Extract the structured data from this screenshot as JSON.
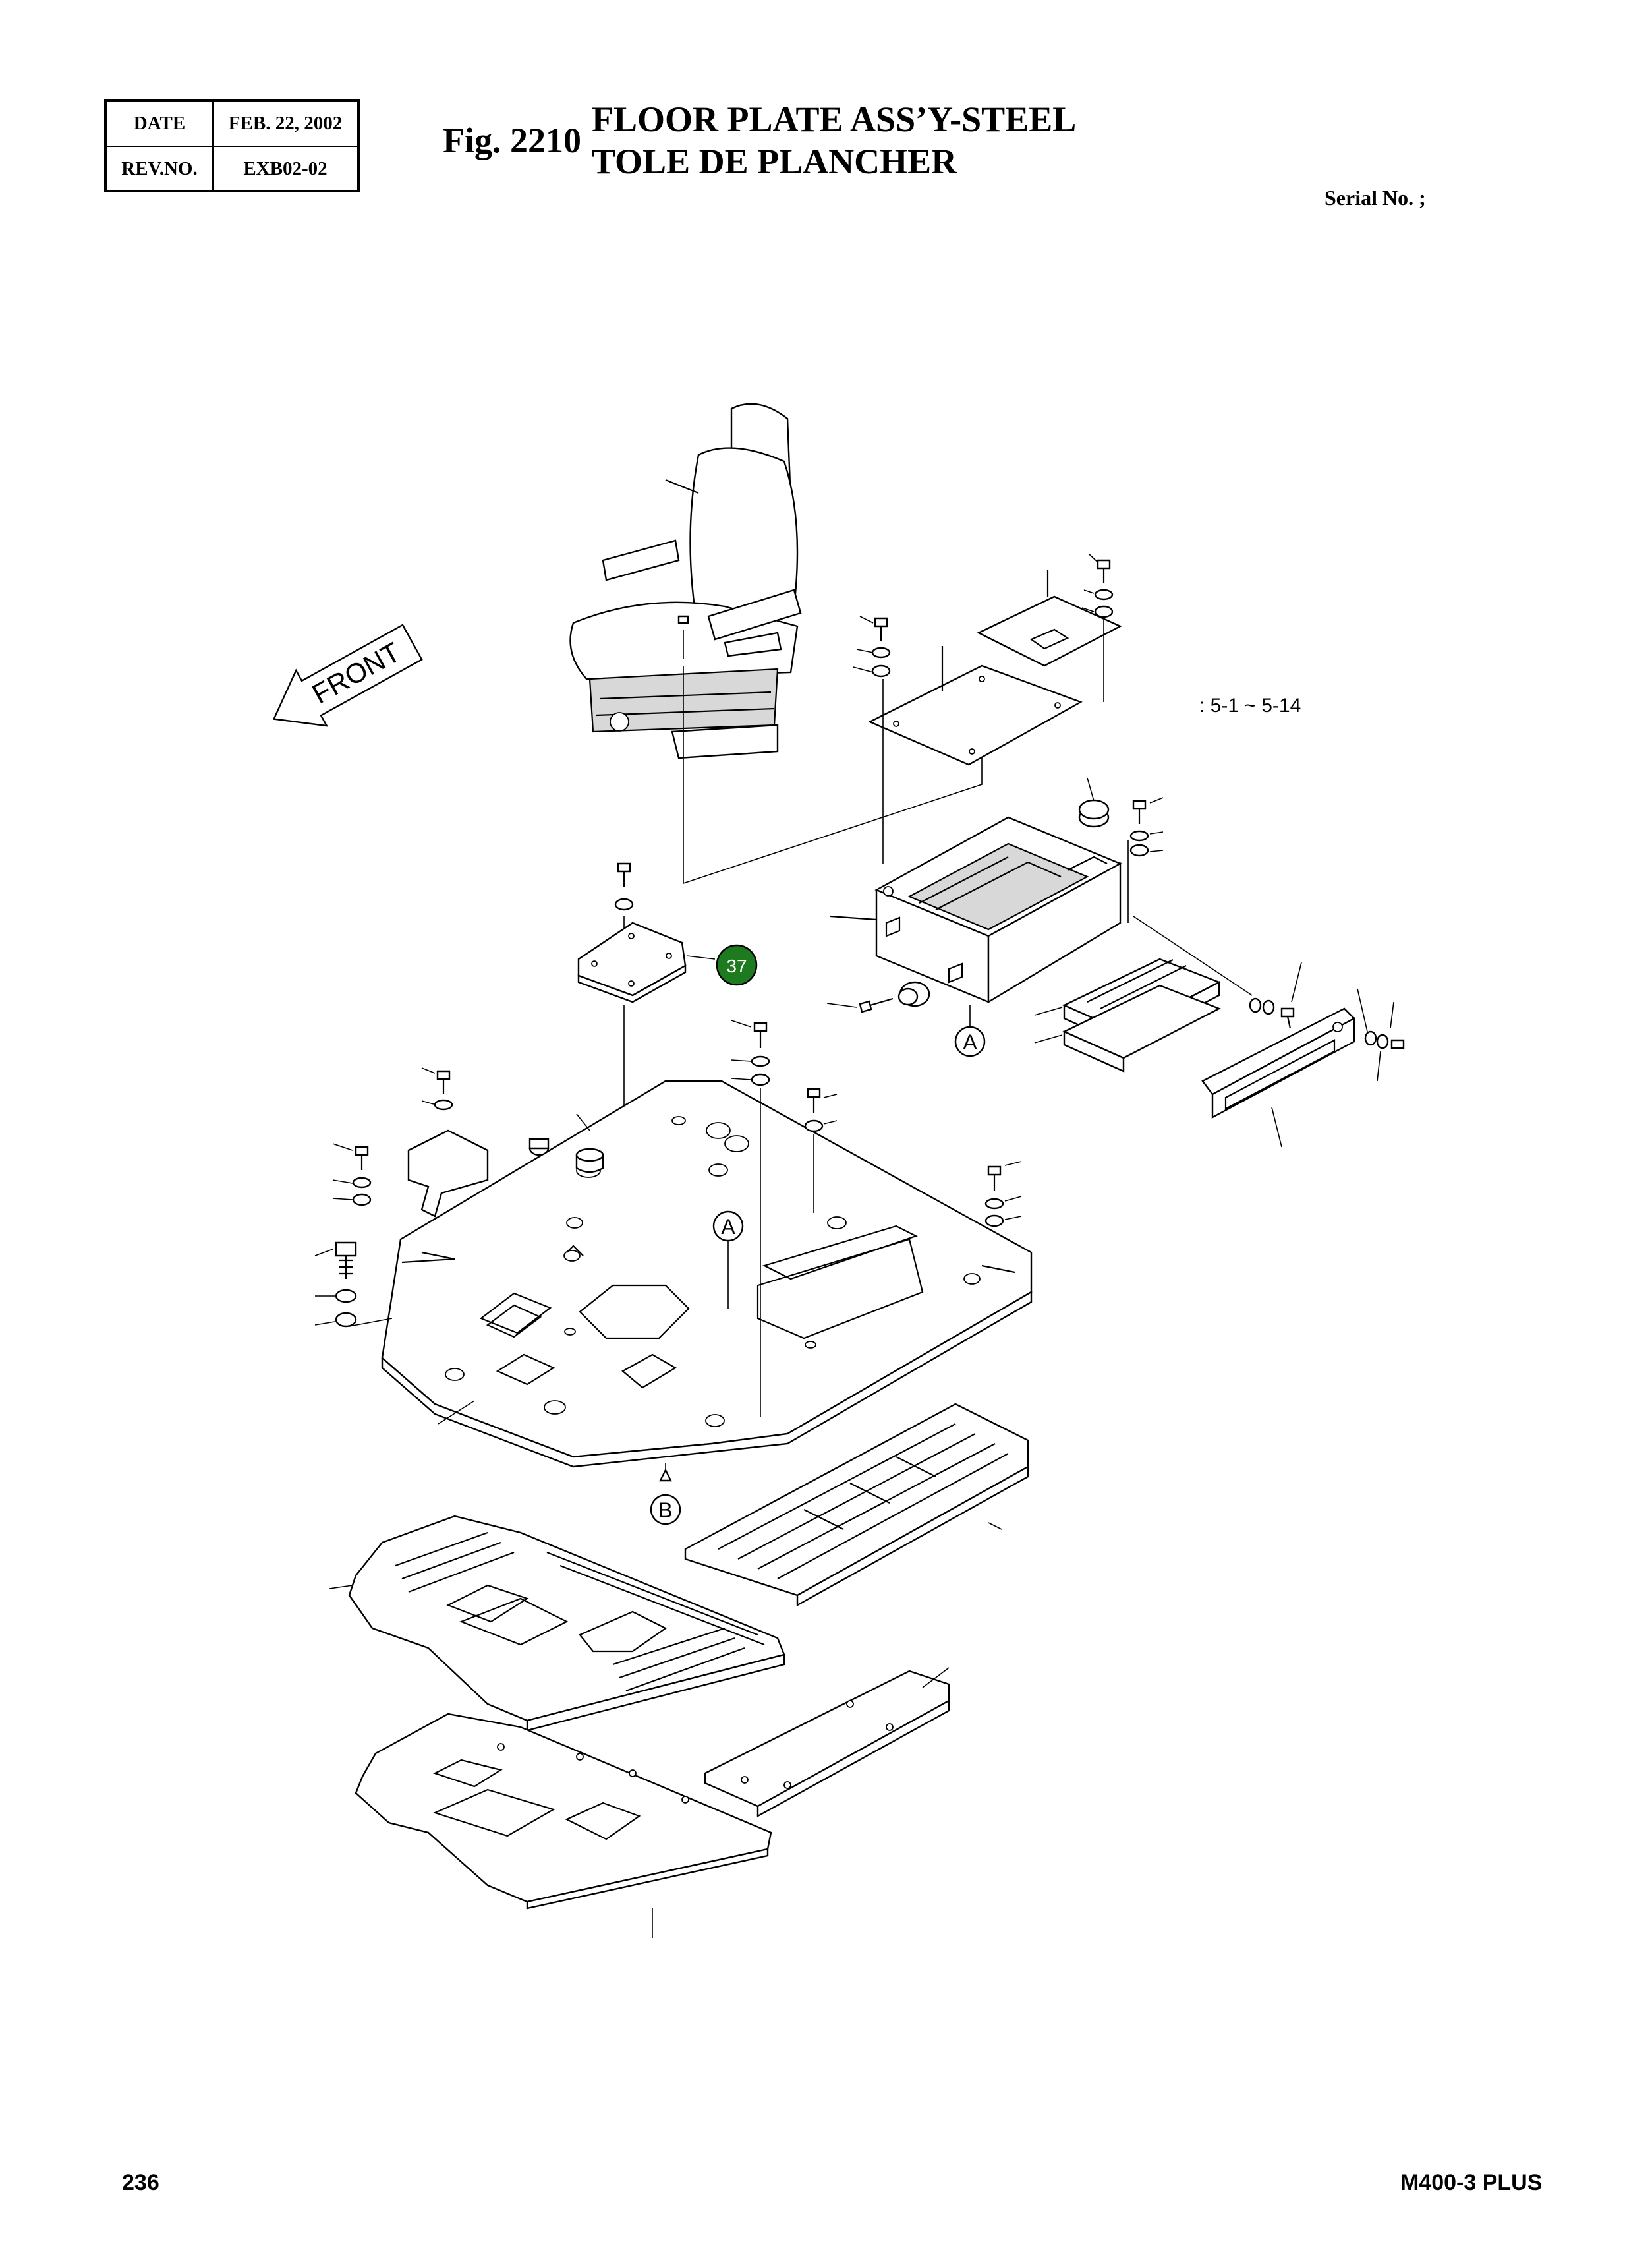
{
  "header": {
    "date_label": "DATE",
    "date_value": "FEB. 22, 2002",
    "rev_label": "REV.NO.",
    "rev_value": "EXB02-02",
    "fig_label": "Fig. 2210",
    "title_en": "FLOOR PLATE ASS’Y-STEEL",
    "title_fr": "TOLE DE PLANCHER",
    "serial_label": "Serial No. ;"
  },
  "diagram": {
    "front_label": "FRONT",
    "reference_note": ": 5-1 ~ 5-14",
    "callout_a": "A",
    "callout_b": "B",
    "item_bubble": "37",
    "bubble_color": "#1e7a1e"
  },
  "footer": {
    "page_number": "236",
    "model": "M400-3 PLUS"
  }
}
